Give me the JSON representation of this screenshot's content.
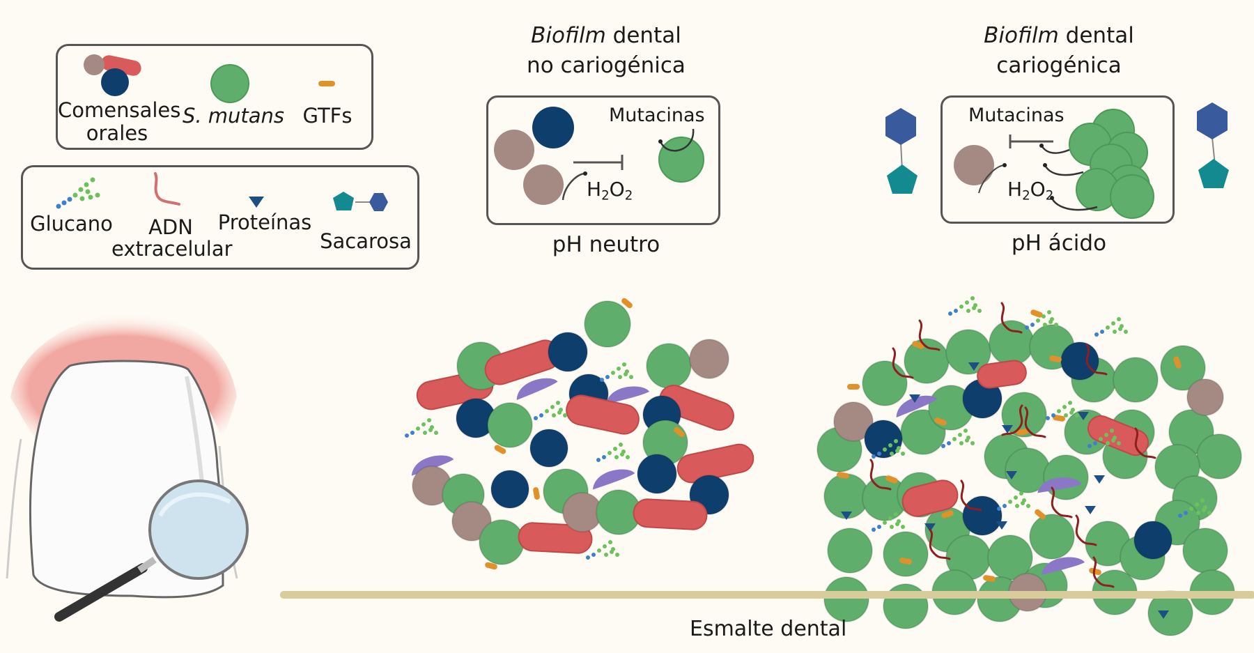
{
  "legend": {
    "organisms": [
      {
        "icon": "commensal-cluster",
        "label_line1": "Comensales",
        "label_line2": "orales"
      },
      {
        "icon": "s-mutans-cell",
        "label": "S. mutans",
        "italic": true
      },
      {
        "icon": "gtf-enzyme",
        "label": "GTFs"
      }
    ],
    "matrix": [
      {
        "icon": "glucan-chain",
        "label": "Glucano"
      },
      {
        "icon": "extracellular-dna",
        "label_line1": "ADN",
        "label_line2": "extracelular"
      },
      {
        "icon": "protein-triangle",
        "label": "Proteínas"
      },
      {
        "icon": "sucrose-molecule",
        "label": "Sacarosa"
      }
    ]
  },
  "panels": {
    "non_cariogenic": {
      "title_italic": "Biofilm",
      "title_rest": " dental",
      "title_line2": "no cariogénica",
      "mutacins_label": "Mutacinas",
      "h2o2_label": "H",
      "h2o2_sub1": "2",
      "h2o2_mid": "O",
      "h2o2_sub2": "2",
      "ph_label": "pH neutro"
    },
    "cariogenic": {
      "title_italic": "Biofilm",
      "title_rest": " dental",
      "title_line2": "cariogénica",
      "mutacins_label": "Mutacinas",
      "h2o2_label": "H",
      "h2o2_sub1": "2",
      "h2o2_mid": "O",
      "h2o2_sub2": "2",
      "ph_label": "pH ácido"
    }
  },
  "enamel_label": "Esmalte dental",
  "colors": {
    "background": "#fdfbf4",
    "s_mutans_green": "#5fae6c",
    "commensal_navy": "#0e3f6c",
    "commensal_mauve": "#a58a84",
    "commensal_red_rod": "#d85a5a",
    "purple_vibrio": "#8a78c6",
    "gtf_orange": "#e0912a",
    "glucan_green": "#6cc25a",
    "glucan_blue": "#3d7fd0",
    "edna_red": "#8e1f1f",
    "protein_navy": "#1e4f84",
    "sucrose_teal": "#138a8f",
    "sucrose_blue": "#3a5a9e",
    "gum_pink": "#f2a8a2",
    "enamel_line": "#d8cc9a"
  }
}
